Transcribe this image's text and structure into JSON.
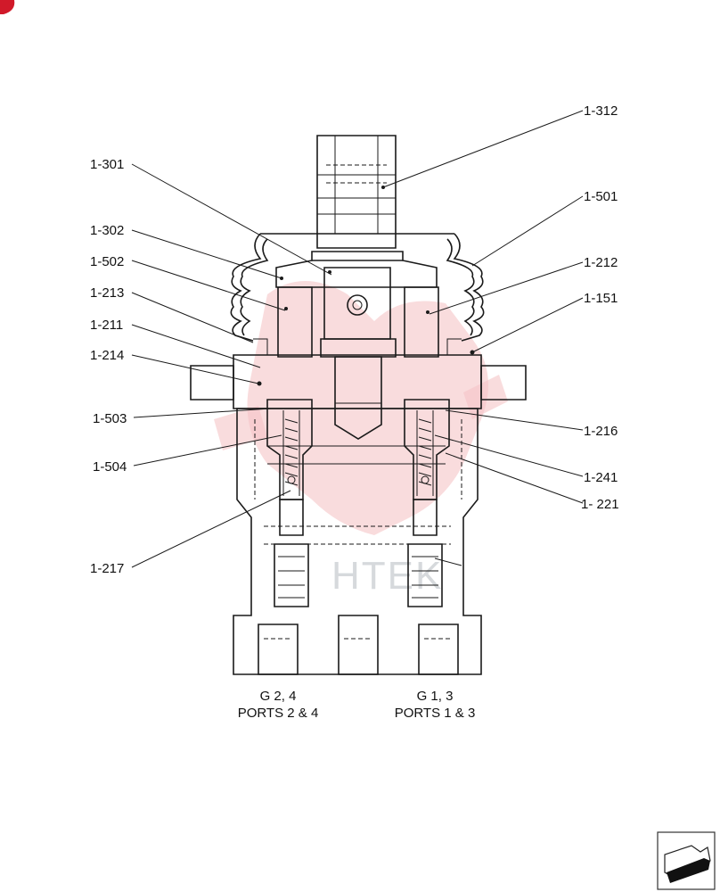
{
  "colors": {
    "ink": "#1a1a1a",
    "watermark_red": "#f3b9bd",
    "watermark_gray": "#cfd3d6",
    "corner_mark": "#d11a2a"
  },
  "diagram": {
    "callouts_left": [
      "1-301",
      "1-302",
      "1-502",
      "1-213",
      "1-211",
      "1-214",
      "1-503",
      "1-504",
      "1-217"
    ],
    "callouts_right": [
      "1-312",
      "1-501",
      "1-212",
      "1-151",
      "1-216",
      "1-241",
      "1- 221"
    ],
    "ports": {
      "left": {
        "gauge": "G 2, 4",
        "ports": "PORTS 2 & 4"
      },
      "right": {
        "gauge": "G 1, 3",
        "ports": "PORTS 1 & 3"
      }
    },
    "watermark_text": "HTEK"
  },
  "nav": {
    "icon": "arrow-right-icon"
  }
}
